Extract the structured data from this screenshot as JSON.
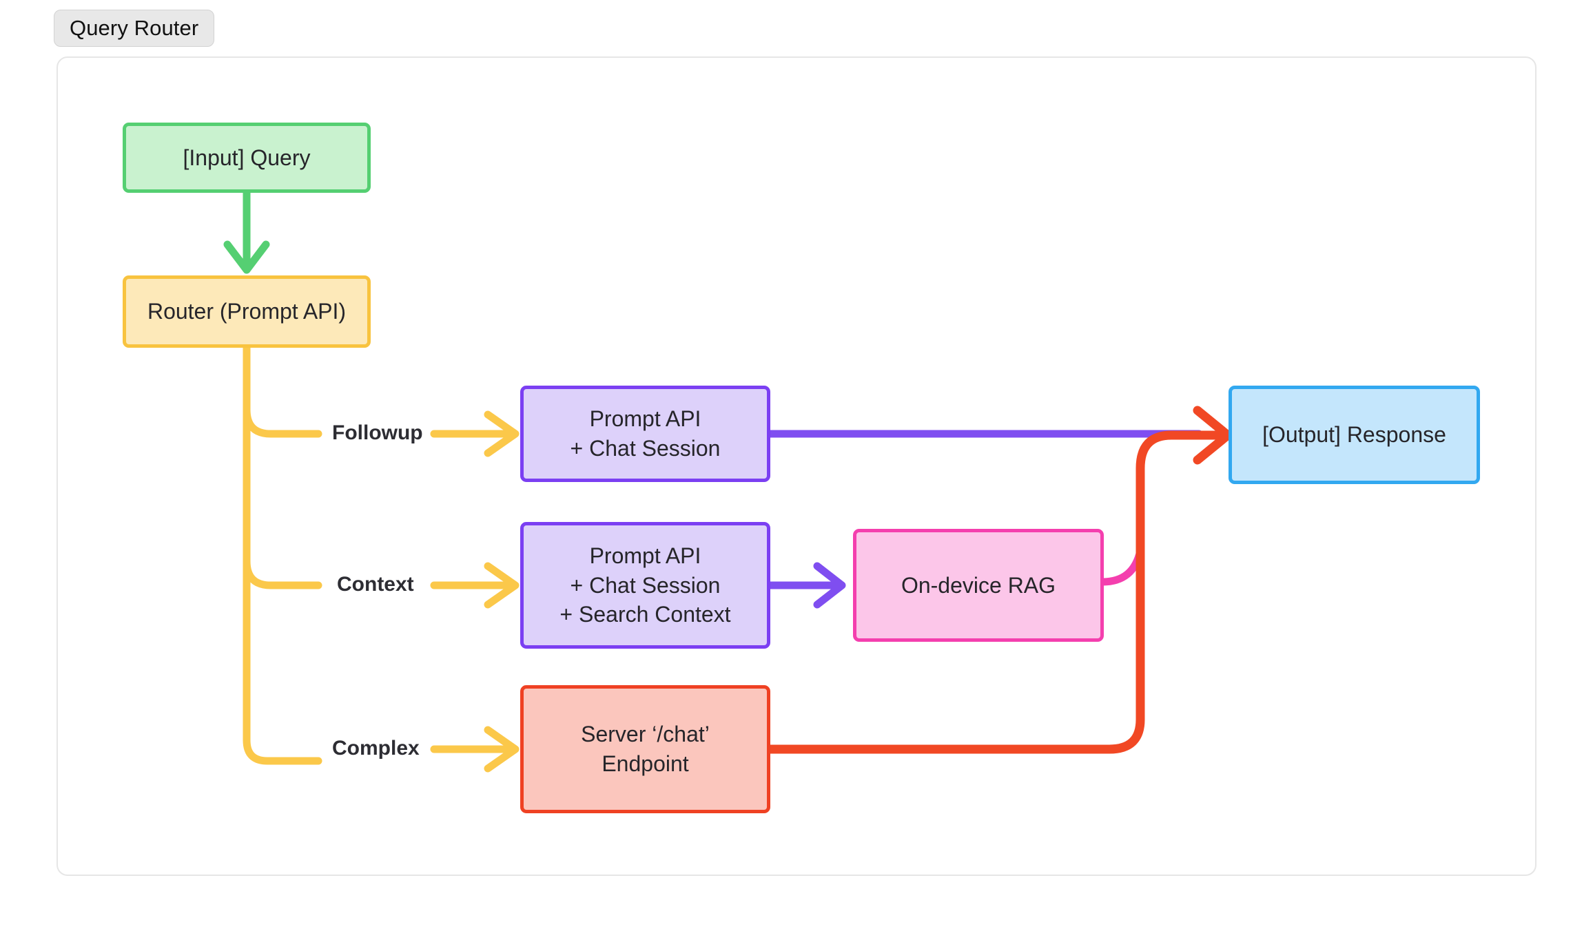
{
  "title_chip": {
    "label": "Query Router"
  },
  "diagram": {
    "type": "flowchart",
    "nodes": [
      {
        "id": "input",
        "label": "[Input] Query",
        "color": "green"
      },
      {
        "id": "router",
        "label": "Router (Prompt API)",
        "color": "yellow"
      },
      {
        "id": "followup",
        "label": "Prompt API\n+ Chat Session",
        "color": "purple"
      },
      {
        "id": "context",
        "label": "Prompt API\n+ Chat Session\n+ Search Context",
        "color": "purple"
      },
      {
        "id": "server",
        "label": "Server ‘/chat’\nEndpoint",
        "color": "red"
      },
      {
        "id": "rag",
        "label": "On-device RAG",
        "color": "pink"
      },
      {
        "id": "output",
        "label": "[Output] Response",
        "color": "blue"
      }
    ],
    "edge_labels": {
      "followup": "Followup",
      "context": "Context",
      "complex": "Complex"
    }
  },
  "colors": {
    "green": "#55cf72",
    "yellow": "#f8c33f",
    "purple": "#7b3ff2",
    "pink": "#f43fae",
    "red": "#ef4123",
    "blue": "#32a8f0",
    "chip_bg": "#e8e8e8",
    "panel_border": "#e6e6e6",
    "text": "#26252a"
  }
}
